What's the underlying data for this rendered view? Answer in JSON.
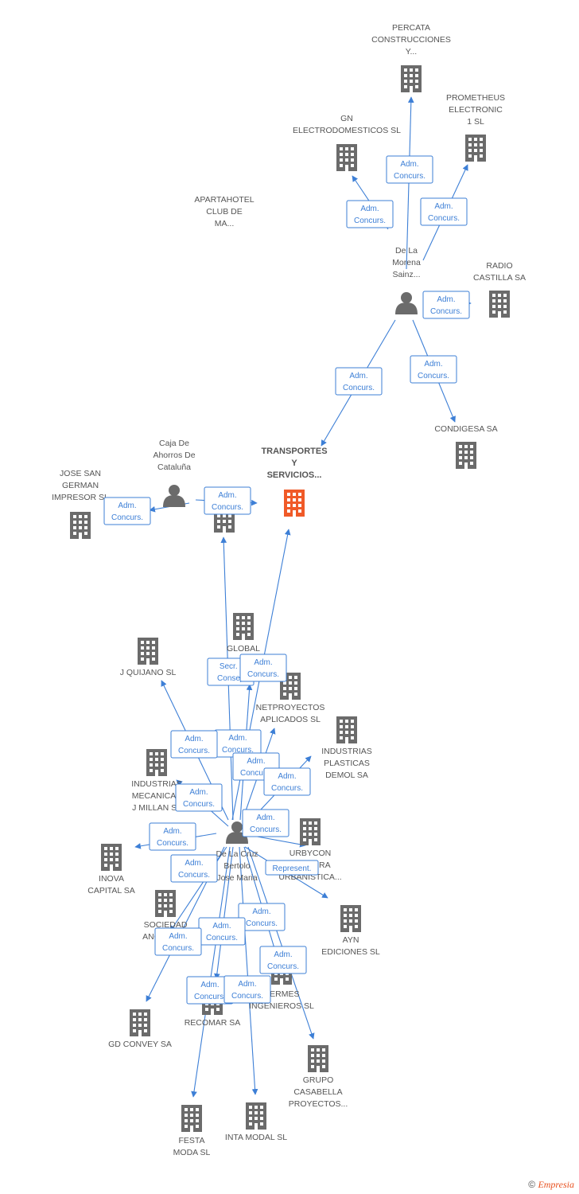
{
  "colors": {
    "edge": "#3d7fd6",
    "node": "#6b6b6b",
    "focus": "#f05a28"
  },
  "nodes": [
    {
      "id": "percata",
      "type": "company",
      "lines": [
        "PERCATA",
        "CONSTRUCCIONES",
        "Y..."
      ]
    },
    {
      "id": "prometheus",
      "type": "company",
      "lines": [
        "PROMETHEUS",
        "ELECTRONIC",
        "1 SL"
      ]
    },
    {
      "id": "gn",
      "type": "company",
      "lines": [
        "GN",
        "ELECTRODOMESTICOS SL"
      ]
    },
    {
      "id": "delamorena",
      "type": "person",
      "lines": [
        "De La",
        "Morena",
        "Sainz..."
      ]
    },
    {
      "id": "radio",
      "type": "company",
      "lines": [
        "RADIO",
        "CASTILLA SA"
      ]
    },
    {
      "id": "condigesa",
      "type": "company",
      "lines": [
        "CONDIGESA SA"
      ]
    },
    {
      "id": "transportes",
      "type": "focus",
      "lines": [
        "TRANSPORTES",
        "Y",
        "SERVICIOS..."
      ]
    },
    {
      "id": "caja",
      "type": "person",
      "lines": [
        "Caja De",
        "Ahorros De",
        "Cataluña"
      ]
    },
    {
      "id": "apartahotel",
      "type": "company",
      "lines": [
        "APARTAHOTEL",
        "CLUB DE",
        "MA..."
      ]
    },
    {
      "id": "josesan",
      "type": "company",
      "lines": [
        "JOSE SAN",
        "GERMAN",
        "IMPRESOR SL"
      ]
    },
    {
      "id": "global",
      "type": "company",
      "lines": [
        "GLOBAL"
      ]
    },
    {
      "id": "jquijano",
      "type": "company",
      "lines": [
        "J QUIJANO SL"
      ]
    },
    {
      "id": "netproyectos",
      "type": "company",
      "lines": [
        "NETPROYECTOS",
        "APLICADOS SL"
      ]
    },
    {
      "id": "industriasplasticas",
      "type": "company",
      "lines": [
        "INDUSTRIAS",
        "PLASTICAS",
        "DEMOL SA"
      ]
    },
    {
      "id": "industriasmec",
      "type": "company",
      "lines": [
        "INDUSTRIAS",
        "MECANICAS",
        "J MILLAN SL"
      ]
    },
    {
      "id": "delacruz",
      "type": "person",
      "lines": [
        "De La Cruz",
        "Bertolo",
        "Jose Maria"
      ]
    },
    {
      "id": "urbycon",
      "type": "company",
      "lines": [
        "URBYCON",
        "GESTORA",
        "URBANISTICA..."
      ]
    },
    {
      "id": "inova",
      "type": "company",
      "lines": [
        "INOVA",
        "CAPITAL SA"
      ]
    },
    {
      "id": "sociedad",
      "type": "company",
      "lines": [
        "SOCIEDAD",
        "ANONIMA..."
      ]
    },
    {
      "id": "ayn",
      "type": "company",
      "lines": [
        "AYN",
        "EDICIONES SL"
      ]
    },
    {
      "id": "hermes",
      "type": "company",
      "lines": [
        "HERMES",
        "INGENIEROS SL"
      ]
    },
    {
      "id": "recomar",
      "type": "company",
      "lines": [
        "RECOMAR SA"
      ]
    },
    {
      "id": "gdconvey",
      "type": "company",
      "lines": [
        "GD CONVEY SA"
      ]
    },
    {
      "id": "grupo",
      "type": "company",
      "lines": [
        "GRUPO",
        "CASABELLA",
        "PROYECTOS..."
      ]
    },
    {
      "id": "festa",
      "type": "company",
      "lines": [
        "FESTA",
        "MODA SL"
      ]
    },
    {
      "id": "inta",
      "type": "company",
      "lines": [
        "INTA MODAL SL"
      ]
    }
  ],
  "edges": [
    {
      "from": "delamorena",
      "to": "percata",
      "label": [
        "Adm.",
        "Concurs."
      ]
    },
    {
      "from": "delamorena",
      "to": "gn",
      "label": [
        "Adm.",
        "Concurs."
      ]
    },
    {
      "from": "delamorena",
      "to": "prometheus",
      "label": [
        "Adm.",
        "Concurs."
      ]
    },
    {
      "from": "delamorena",
      "to": "radio",
      "label": [
        "Adm.",
        "Concurs."
      ]
    },
    {
      "from": "delamorena",
      "to": "condigesa",
      "label": [
        "Adm.",
        "Concurs."
      ]
    },
    {
      "from": "delamorena",
      "to": "transportes",
      "label": [
        "Adm.",
        "Concurs."
      ]
    },
    {
      "from": "caja",
      "to": "josesan",
      "label": [
        "Adm.",
        "Concurs."
      ]
    },
    {
      "from": "caja",
      "to": "transportes",
      "label": [
        "Adm.",
        "Concurs."
      ]
    },
    {
      "from": "delacruz",
      "to": "apartahotel",
      "label": [
        "Secr. ,",
        "Consej."
      ]
    },
    {
      "from": "delacruz",
      "to": "transportes",
      "label": [
        "Adm.",
        "Concurs."
      ]
    },
    {
      "from": "delacruz",
      "to": "global",
      "label": [
        "Adm.",
        "Concurs."
      ]
    },
    {
      "from": "delacruz",
      "to": "jquijano",
      "label": [
        "Adm.",
        "Concurs."
      ]
    },
    {
      "from": "delacruz",
      "to": "netproyectos",
      "label": [
        "Adm.",
        "Concurs."
      ]
    },
    {
      "from": "delacruz",
      "to": "industriasplasticas",
      "label": [
        "Adm.",
        "Concurs."
      ]
    },
    {
      "from": "delacruz",
      "to": "industriasmec",
      "label": [
        "Adm.",
        "Concurs."
      ]
    },
    {
      "from": "delacruz",
      "to": "urbycon",
      "label": [
        "Adm.",
        "Concurs."
      ]
    },
    {
      "from": "delacruz",
      "to": "inova",
      "label": [
        "Adm.",
        "Concurs."
      ]
    },
    {
      "from": "delacruz",
      "to": "ayn",
      "label": [
        "Represent."
      ]
    },
    {
      "from": "delacruz",
      "to": "sociedad",
      "label": [
        "Adm.",
        "Concurs."
      ]
    },
    {
      "from": "delacruz",
      "to": "hermes",
      "label": [
        "Adm.",
        "Concurs."
      ]
    },
    {
      "from": "delacruz",
      "to": "recomar",
      "label": [
        "Adm.",
        "Concurs."
      ]
    },
    {
      "from": "delacruz",
      "to": "gdconvey",
      "label": [
        "Adm.",
        "Concurs."
      ]
    },
    {
      "from": "delacruz",
      "to": "grupo",
      "label": [
        "Adm.",
        "Concurs."
      ]
    },
    {
      "from": "delacruz",
      "to": "festa",
      "label": [
        "Adm.",
        "Concurs."
      ]
    },
    {
      "from": "delacruz",
      "to": "inta",
      "label": [
        "Adm.",
        "Concurs."
      ]
    }
  ],
  "footer": {
    "copyright": "©",
    "brand": "Empresia"
  }
}
